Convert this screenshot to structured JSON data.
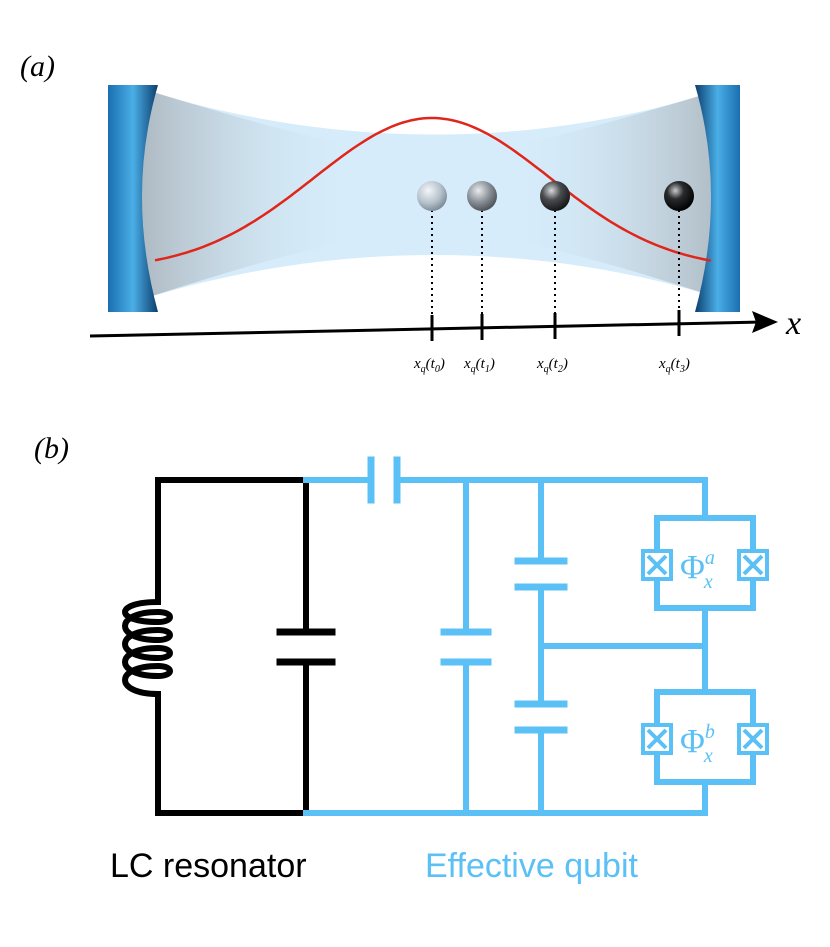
{
  "panel_a": {
    "label": "(a)",
    "axis_label": "x",
    "time_markers": [
      {
        "base": "x",
        "sub": "q",
        "arg": "t",
        "arg_sub": "0"
      },
      {
        "base": "x",
        "sub": "q",
        "arg": "t",
        "arg_sub": "1"
      },
      {
        "base": "x",
        "sub": "q",
        "arg": "t",
        "arg_sub": "2"
      },
      {
        "base": "x",
        "sub": "q",
        "arg": "t",
        "arg_sub": "3"
      }
    ],
    "colors": {
      "mirror": "#2f8fd0",
      "beam": "#d6ecfa",
      "mode_curve": "#e0261b",
      "axis": "#000000"
    }
  },
  "panel_b": {
    "label": "(b)",
    "lc_caption": "LC resonator",
    "qubit_caption": "Effective qubit",
    "flux_a": {
      "symbol": "Φ",
      "sub": "x",
      "sup": "a"
    },
    "flux_b": {
      "symbol": "Φ",
      "sub": "x",
      "sup": "b"
    },
    "colors": {
      "lc_circuit": "#000000",
      "qubit_circuit": "#5bc0f5"
    }
  }
}
